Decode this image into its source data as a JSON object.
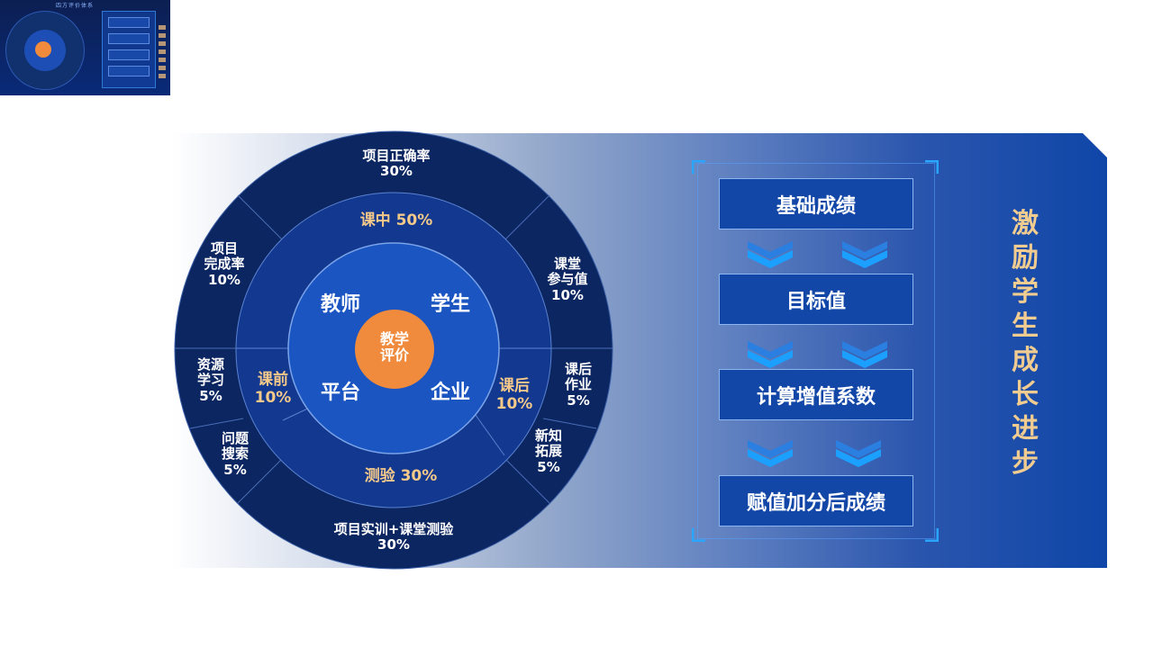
{
  "thumbnail": {
    "title": "四方评价体系"
  },
  "wheel": {
    "center": "教学\n评价",
    "inner": [
      {
        "key": "teacher",
        "label": "教师"
      },
      {
        "key": "student",
        "label": "学生"
      },
      {
        "key": "platform",
        "label": "平台"
      },
      {
        "key": "enterprise",
        "label": "企业"
      }
    ],
    "phases": {
      "in_class": "课中 50%",
      "pre_class": "课前\n10%",
      "post_class": "课后\n10%",
      "test": "测验 30%"
    },
    "outer": {
      "project_accuracy": "项目正确率\n30%",
      "project_completion": "项目\n完成率\n10%",
      "class_participation": "课堂\n参与值\n10%",
      "resource_learning": "资源\n学习\n5%",
      "question_search": "问题\n搜索\n5%",
      "homework": "课后\n作业\n5%",
      "new_knowledge": "新知\n拓展\n5%",
      "project_training": "项目实训+课堂测验\n30%"
    }
  },
  "flow": {
    "steps": [
      "基础成绩",
      "目标值",
      "计算增值系数",
      "赋值加分后成绩"
    ]
  },
  "side_label": "激励学生成长进步",
  "colors": {
    "outer_ring": "#0c2662",
    "mid_ring": "#12388f",
    "inner_disc": "#1a55c2",
    "center": "#f08a3c",
    "accent_text": "#f5c98a",
    "step_bg": "#1247a8",
    "chevron": "#2196f3"
  }
}
